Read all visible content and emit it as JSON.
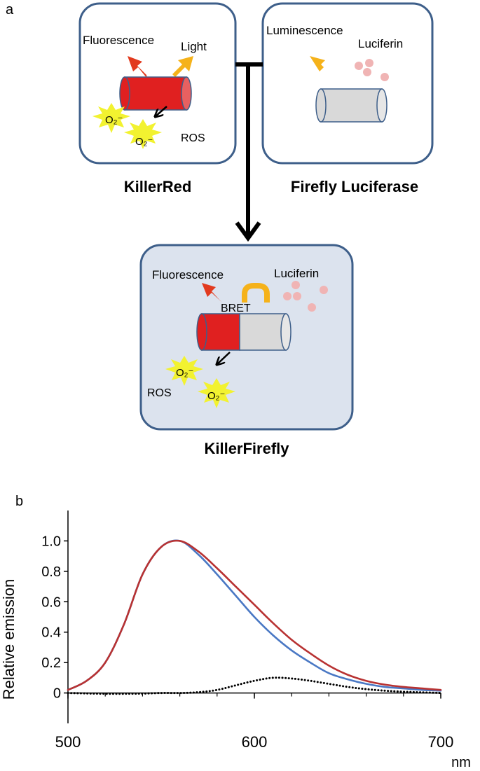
{
  "panel_a": {
    "panel_label": "a",
    "killerred": {
      "title": "KillerRed",
      "fluorescence": "Fluorescence",
      "light": "Light",
      "ros": "ROS",
      "superoxide": "O₂⁻"
    },
    "luciferase": {
      "title": "Firefly Luciferase",
      "luminescence": "Luminescence",
      "luciferin": "Luciferin"
    },
    "killerfirefly": {
      "title": "KillerFirefly",
      "fluorescence": "Fluorescence",
      "luciferin": "Luciferin",
      "bret": "BRET",
      "ros": "ROS",
      "superoxide": "O₂⁻"
    },
    "colors": {
      "box_border": "#3e5f8a",
      "killerfirefly_fill": "#dce3ee",
      "red_barrel": "#e02020",
      "grey_barrel": "#d9d9d9",
      "orange_arrow": "#f5b21a",
      "red_arrow": "#e23a1e",
      "luciferin_dots": "#f0b4b4",
      "ros_star": "#f2f230"
    }
  },
  "panel_b": {
    "panel_label": "b",
    "chart_data": {
      "type": "line",
      "title": "",
      "xlabel": "nm",
      "ylabel": "Relative emission",
      "xlim": [
        500,
        700
      ],
      "ylim": [
        -0.2,
        1.2
      ],
      "xticks": [
        "500",
        "600",
        "700"
      ],
      "yticks": [
        "0",
        "0.2",
        "0.4",
        "0.6",
        "0.8",
        "1.0"
      ],
      "x": [
        500,
        510,
        520,
        530,
        540,
        550,
        560,
        570,
        580,
        590,
        600,
        610,
        620,
        630,
        640,
        650,
        660,
        670,
        680,
        690,
        700
      ],
      "series": [
        {
          "color": "#b83232",
          "style": "solid",
          "values": [
            0.02,
            0.08,
            0.2,
            0.45,
            0.78,
            0.96,
            1.0,
            0.93,
            0.82,
            0.7,
            0.58,
            0.46,
            0.35,
            0.26,
            0.18,
            0.12,
            0.08,
            0.055,
            0.04,
            0.03,
            0.02
          ]
        },
        {
          "color": "#4a78c4",
          "style": "solid",
          "values": [
            0.02,
            0.08,
            0.2,
            0.45,
            0.78,
            0.96,
            1.0,
            0.91,
            0.78,
            0.64,
            0.5,
            0.38,
            0.28,
            0.2,
            0.13,
            0.09,
            0.06,
            0.04,
            0.03,
            0.02,
            0.015
          ]
        },
        {
          "color": "#000000",
          "style": "dotted",
          "values": [
            0.0,
            -0.003,
            -0.005,
            -0.005,
            -0.004,
            0.0,
            0.0,
            0.005,
            0.02,
            0.05,
            0.08,
            0.1,
            0.095,
            0.08,
            0.06,
            0.04,
            0.025,
            0.015,
            0.008,
            0.004,
            0.0
          ]
        }
      ]
    }
  }
}
